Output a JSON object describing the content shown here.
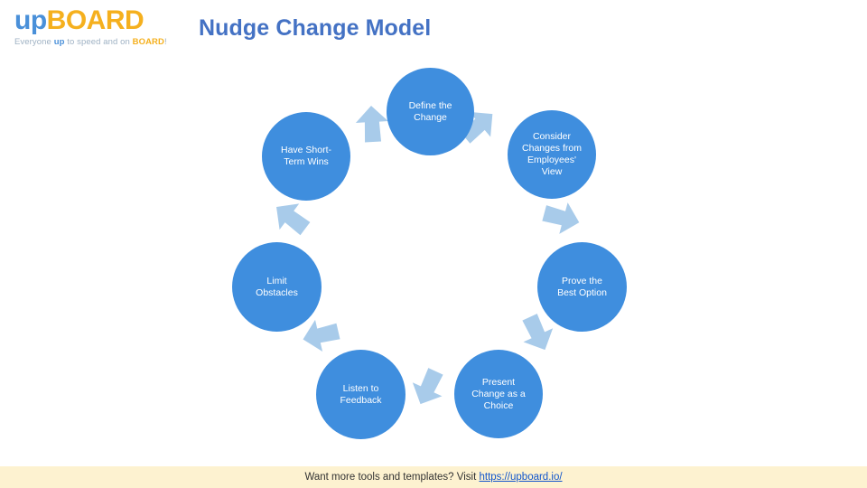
{
  "header": {
    "logo": {
      "word_primary": "up",
      "word_secondary": "BOARD",
      "tagline_part1": "Everyone ",
      "tagline_up": "up",
      "tagline_part2": " to speed and on ",
      "tagline_board": "BOARD",
      "tagline_part3": "!",
      "color_primary": "#4A90D9",
      "color_secondary": "#F5B01E"
    },
    "title": "Nudge Change Model",
    "title_color": "#4472C4"
  },
  "diagram": {
    "type": "cycle",
    "node_color": "#3F8EDE",
    "arrow_color": "#A8CBEA",
    "node_text_color": "#FFFFFF",
    "nodes": [
      {
        "id": "define-the-change",
        "lines": [
          "Define the",
          "Change"
        ]
      },
      {
        "id": "consider-changes",
        "lines": [
          "Consider",
          "Changes from",
          "Employees'",
          "View"
        ]
      },
      {
        "id": "prove-the-best-option",
        "lines": [
          "Prove the",
          "Best Option"
        ]
      },
      {
        "id": "present-change-choice",
        "lines": [
          "Present",
          "Change as a",
          "Choice"
        ]
      },
      {
        "id": "listen-to-feedback",
        "lines": [
          "Listen to",
          "Feedback"
        ]
      },
      {
        "id": "limit-obstacles",
        "lines": [
          "Limit",
          "Obstacles"
        ]
      },
      {
        "id": "have-short-term-wins",
        "lines": [
          "Have Short-",
          "Term Wins"
        ]
      }
    ],
    "arrows": [
      {
        "id": "arrow-define-to-consider"
      },
      {
        "id": "arrow-consider-to-prove"
      },
      {
        "id": "arrow-prove-to-present"
      },
      {
        "id": "arrow-present-to-listen"
      },
      {
        "id": "arrow-listen-to-limit"
      },
      {
        "id": "arrow-limit-to-wins"
      },
      {
        "id": "arrow-wins-to-define"
      }
    ]
  },
  "footer": {
    "text": "Want more tools and templates? Visit ",
    "link_text": "https://upboard.io/",
    "link_color": "#1155CC",
    "background": "#FDF2D0"
  }
}
